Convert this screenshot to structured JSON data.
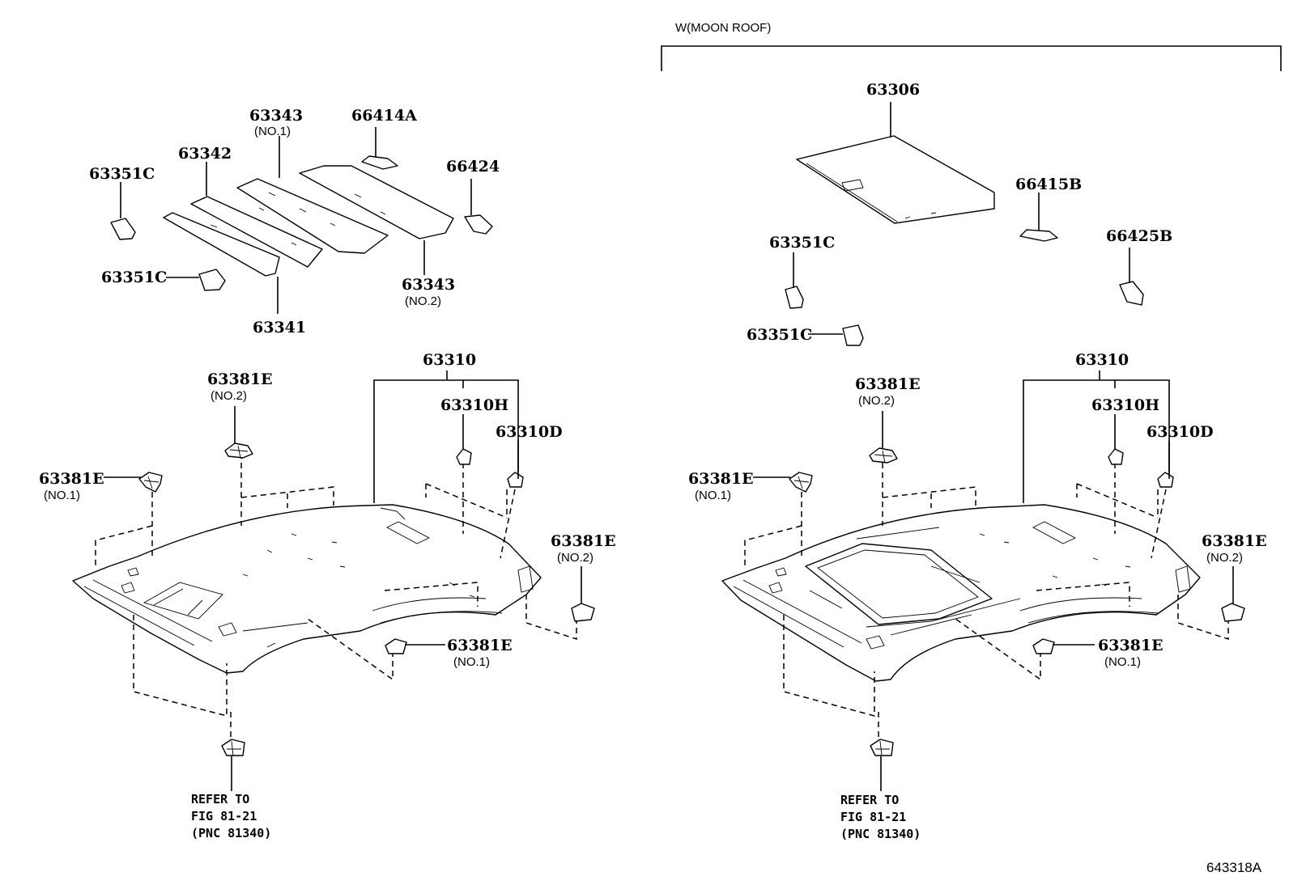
{
  "header": {
    "moon_roof": "W(MOON ROOF)"
  },
  "footer": {
    "illustration_code": "643318A"
  },
  "left": {
    "p63343_no1": "63343",
    "p63343_no1_sub": "(NO.1)",
    "p66414a": "66414A",
    "p63342": "63342",
    "p63351c_a": "63351C",
    "p66424": "66424",
    "p63351c_b": "63351C",
    "p63343_no2": "63343",
    "p63343_no2_sub": "(NO.2)",
    "p63341": "63341",
    "p63310": "63310",
    "p63381e_top": "63381E",
    "p63381e_top_sub": "(NO.2)",
    "p63310h": "63310H",
    "p63310d": "63310D",
    "p63381e_left": "63381E",
    "p63381e_left_sub": "(NO.1)",
    "p63381e_right": "63381E",
    "p63381e_right_sub": "(NO.2)",
    "p63381e_bottom": "63381E",
    "p63381e_bottom_sub": "(NO.1)",
    "ref_line1": "REFER TO",
    "ref_line2": "FIG 81-21",
    "ref_line3": "(PNC 81340)"
  },
  "right": {
    "p63306": "63306",
    "p66415b": "66415B",
    "p63351c_a": "63351C",
    "p66425b": "66425B",
    "p63351c_b": "63351C",
    "p63310": "63310",
    "p63381e_top": "63381E",
    "p63381e_top_sub": "(NO.2)",
    "p63310h": "63310H",
    "p63310d": "63310D",
    "p63381e_left": "63381E",
    "p63381e_left_sub": "(NO.1)",
    "p63381e_right": "63381E",
    "p63381e_right_sub": "(NO.2)",
    "p63381e_bottom": "63381E",
    "p63381e_bottom_sub": "(NO.1)",
    "ref_line1": "REFER TO",
    "ref_line2": "FIG 81-21",
    "ref_line3": "(PNC 81340)"
  }
}
